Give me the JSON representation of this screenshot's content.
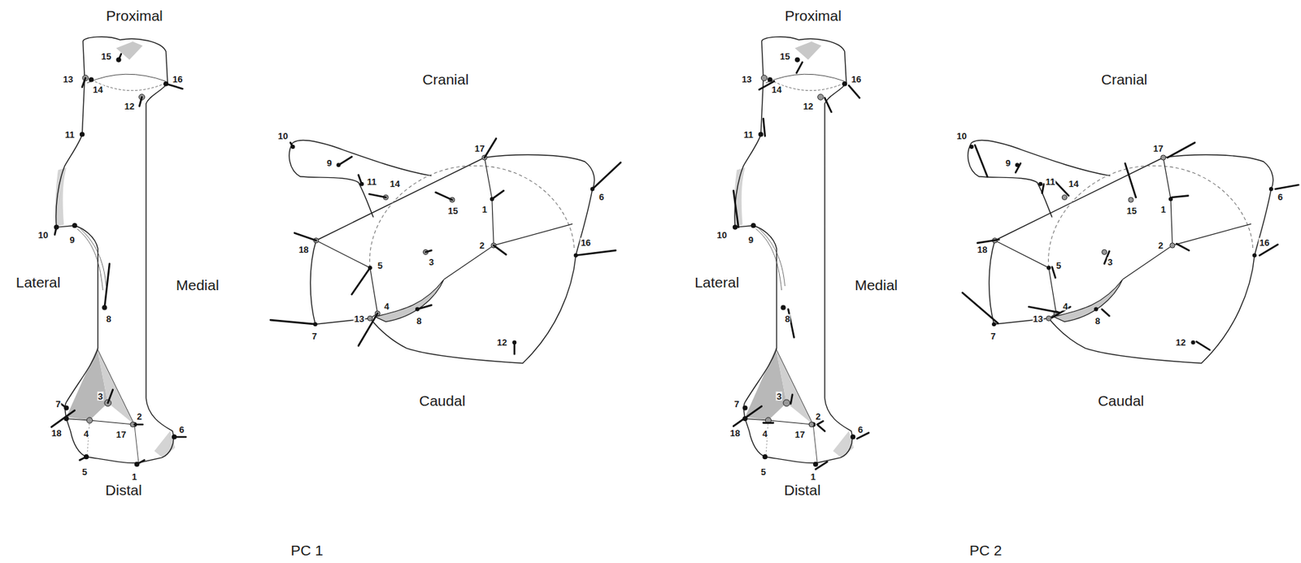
{
  "diagram": {
    "labels": [
      "Proximal",
      "Lateral",
      "Medial",
      "Distal",
      "15",
      "13",
      "14",
      "12",
      "16",
      "11",
      "10",
      "9",
      "8",
      "7",
      "3",
      "18",
      "4",
      "17",
      "2",
      "6",
      "5",
      "1",
      "Cranial",
      "Caudal",
      "10",
      "9",
      "11",
      "14",
      "17",
      "15",
      "1",
      "6",
      "2",
      "16",
      "18",
      "5",
      "3",
      "4",
      "13",
      "8",
      "7",
      "12",
      "PC 1",
      "Proximal",
      "Lateral",
      "Medial",
      "Distal",
      "15",
      "13",
      "14",
      "12",
      "16",
      "11",
      "10",
      "9",
      "8",
      "7",
      "3",
      "18",
      "4",
      "17",
      "2",
      "6",
      "5",
      "1",
      "Cranial",
      "Caudal",
      "10",
      "9",
      "11",
      "14",
      "17",
      "15",
      "1",
      "6",
      "2",
      "16",
      "18",
      "5",
      "3",
      "4",
      "13",
      "8",
      "7",
      "12",
      "PC 2"
    ]
  }
}
